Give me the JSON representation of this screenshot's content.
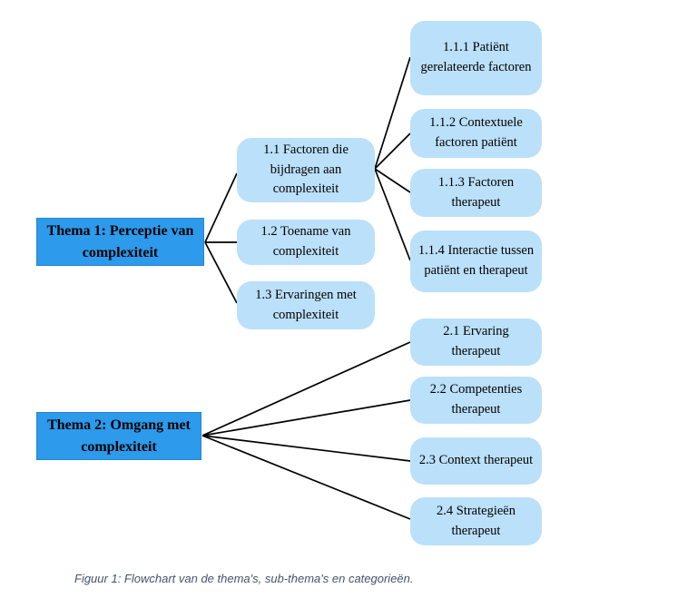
{
  "figure": {
    "caption": "Figuur 1: Flowchart van de thema's, sub-thema's en categorieën."
  },
  "colors": {
    "theme_fill": "#2d9aeb",
    "bubble_fill": "#bbe0fa",
    "connector_line": "#000000",
    "caption_text": "#44546a"
  },
  "diagram": {
    "themes": [
      {
        "id": "thema1",
        "label": "Thema 1: Perceptie van complexiteit"
      },
      {
        "id": "thema2",
        "label": "Thema 2: Omgang met complexiteit"
      }
    ],
    "subthemes": [
      {
        "id": "s11",
        "label": "1.1 Factoren die bijdragen aan complexiteit"
      },
      {
        "id": "s12",
        "label": "1.2 Toename van complexiteit"
      },
      {
        "id": "s13",
        "label": "1.3 Ervaringen met complexiteit"
      }
    ],
    "categories": [
      {
        "id": "c111",
        "label": "1.1.1 Patiënt gerelateerde factoren"
      },
      {
        "id": "c112",
        "label": "1.1.2 Contextuele factoren patiënt"
      },
      {
        "id": "c113",
        "label": "1.1.3 Factoren therapeut"
      },
      {
        "id": "c114",
        "label": "1.1.4 Interactie tussen patiënt en therapeut"
      },
      {
        "id": "c21",
        "label": "2.1 Ervaring therapeut"
      },
      {
        "id": "c22",
        "label": "2.2 Competenties therapeut"
      },
      {
        "id": "c23",
        "label": "2.3 Context therapeut"
      },
      {
        "id": "c24",
        "label": "2.4 Strategieën therapeut"
      }
    ],
    "edges": [
      [
        "thema1",
        "s11"
      ],
      [
        "thema1",
        "s12"
      ],
      [
        "thema1",
        "s13"
      ],
      [
        "s11",
        "c111"
      ],
      [
        "s11",
        "c112"
      ],
      [
        "s11",
        "c113"
      ],
      [
        "s11",
        "c114"
      ],
      [
        "thema2",
        "c21"
      ],
      [
        "thema2",
        "c22"
      ],
      [
        "thema2",
        "c23"
      ],
      [
        "thema2",
        "c24"
      ]
    ]
  }
}
